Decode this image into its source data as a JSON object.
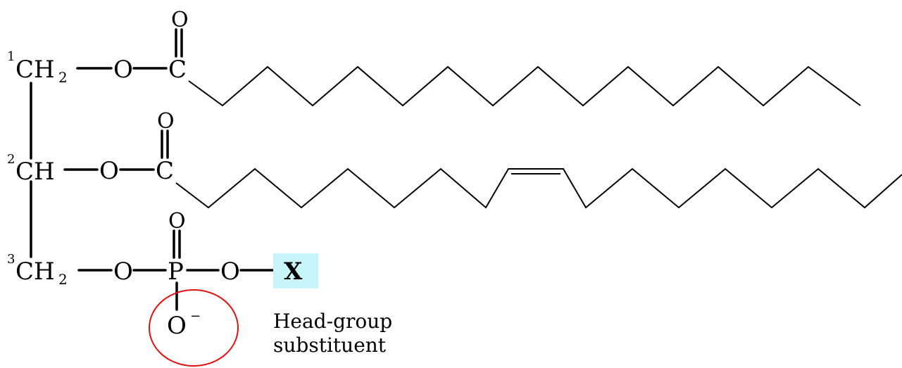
{
  "molecule": {
    "carbons": [
      {
        "number": "1",
        "symbol": "CH",
        "subscript": "2"
      },
      {
        "number": "2",
        "symbol": "CH",
        "subscript": ""
      },
      {
        "number": "3",
        "symbol": "CH",
        "subscript": "2"
      }
    ],
    "oxygen": "O",
    "carbonyl_carbon": "C",
    "phosphorus": "P",
    "phosphate_anion_oxygen": "O",
    "anion_charge": "−",
    "head_group": "X"
  },
  "caption": {
    "line1": "Head-group",
    "line2": "substituent"
  },
  "colors": {
    "head_group_box": "#c8f5f9",
    "highlight_circle": "#e01010"
  }
}
